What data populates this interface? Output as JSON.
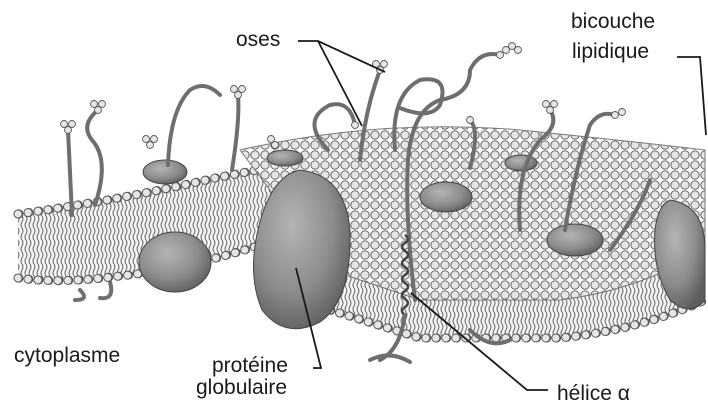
{
  "labels": {
    "oses": "oses",
    "bicouche_line1": "bicouche",
    "bicouche_line2": "lipidique",
    "cytoplasme": "cytoplasme",
    "proteine_line1": "protéine",
    "proteine_line2": "globulaire",
    "helice": "hélice α"
  },
  "colors": {
    "background": "#ffffff",
    "head_fill": "#e6e6e6",
    "head_stroke": "#5a5a5a",
    "protein_fill": "#8c8c8c",
    "protein_dark": "#6b6b6b",
    "tail": "#555555",
    "line": "#1a1a1a"
  },
  "icons": [
    "membrane-illustration",
    "phospholipid-head",
    "glycoprotein-chain",
    "globular-protein"
  ]
}
